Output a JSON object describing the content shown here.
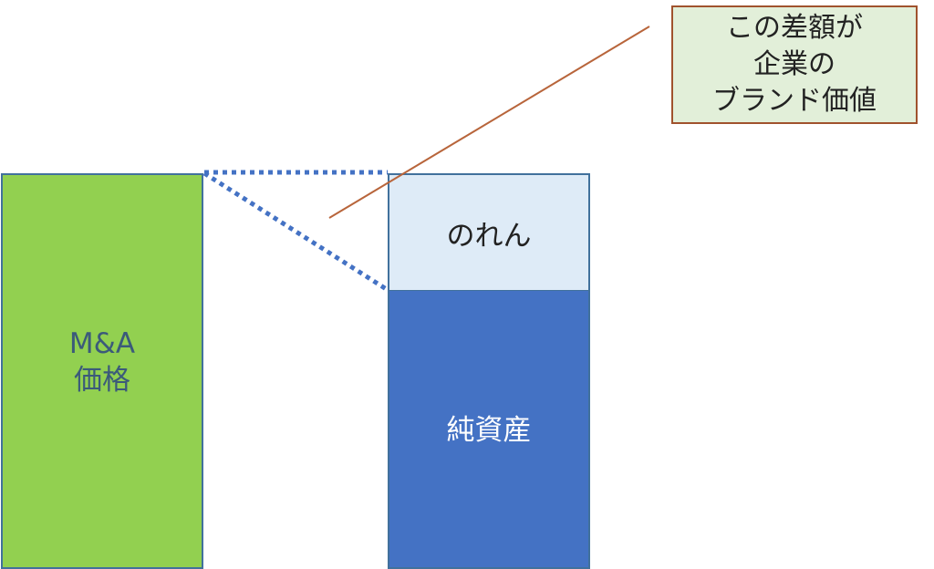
{
  "diagram": {
    "ma_price": {
      "label": "M&A\n価格",
      "fill": "#92d050",
      "text_color": "#3b5a7a"
    },
    "goodwill": {
      "label": "のれん",
      "fill": "#deebf7"
    },
    "net_assets": {
      "label": "純資産",
      "fill": "#4472c4",
      "text_color": "#ffffff"
    },
    "callout": {
      "label": "この差額が\n企業の\nブランド価値",
      "fill": "#e2efd9",
      "border": "#a0522d"
    },
    "connector_color": "#4472c4",
    "leader_color": "#b8653b"
  }
}
